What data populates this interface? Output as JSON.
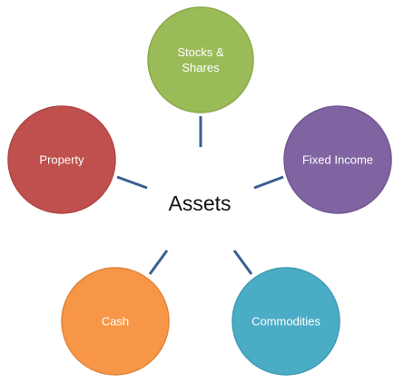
{
  "diagram": {
    "center": {
      "label": "Assets"
    },
    "connector_color": "#3b5f8f",
    "nodes": [
      {
        "key": "stocks",
        "lines": [
          "Stocks &",
          "Shares"
        ],
        "fill": "#9bbb59",
        "stroke": "#8aaa4c"
      },
      {
        "key": "fixed-income",
        "lines": [
          "Fixed Income"
        ],
        "fill": "#8064a2",
        "stroke": "#705891"
      },
      {
        "key": "commodities",
        "lines": [
          "Commodities"
        ],
        "fill": "#4bacc6",
        "stroke": "#3f9bb3"
      },
      {
        "key": "cash",
        "lines": [
          "Cash"
        ],
        "fill": "#f79646",
        "stroke": "#e0863c"
      },
      {
        "key": "property",
        "lines": [
          "Property"
        ],
        "fill": "#c0504d",
        "stroke": "#ad4643"
      }
    ]
  }
}
